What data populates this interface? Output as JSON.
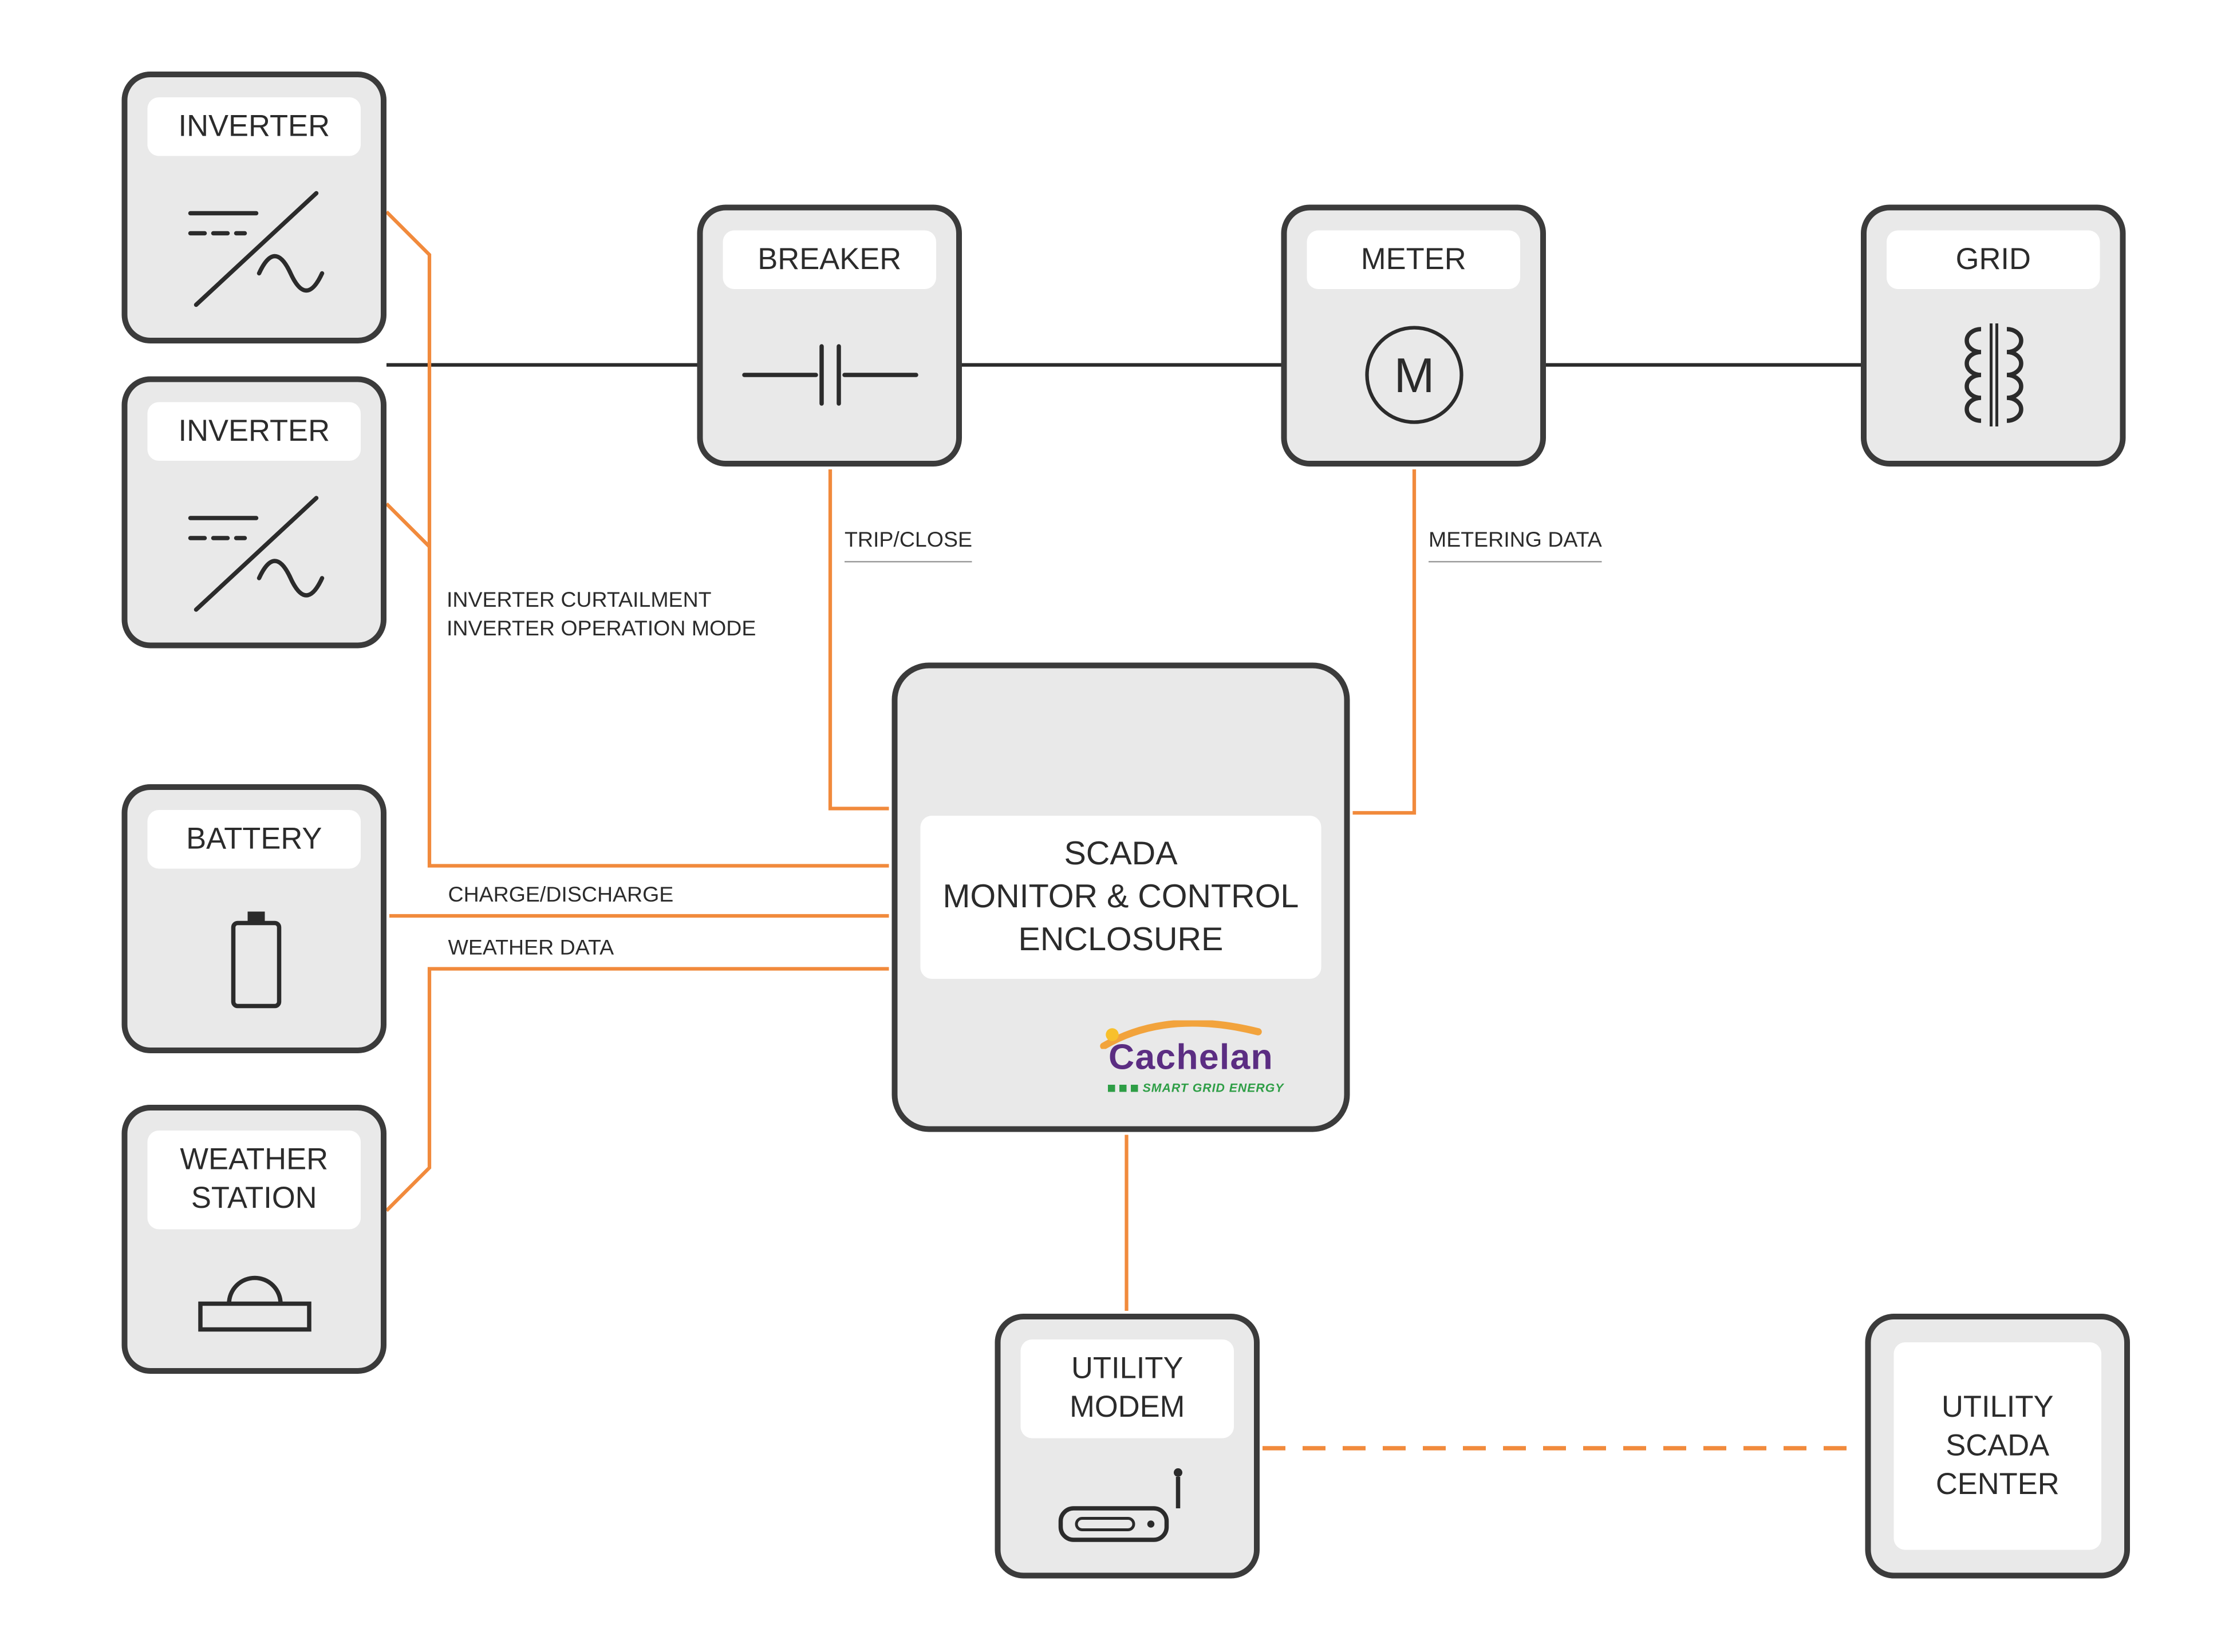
{
  "nodes": {
    "inverter1": {
      "label": "INVERTER"
    },
    "inverter2": {
      "label": "INVERTER"
    },
    "breaker": {
      "label": "BREAKER"
    },
    "meter": {
      "label": "METER",
      "dial": "M"
    },
    "grid": {
      "label": "GRID"
    },
    "battery": {
      "label": "BATTERY"
    },
    "weather_station": {
      "label": "WEATHER\nSTATION"
    },
    "scada_enclosure": {
      "label": "SCADA\nMONITOR & CONTROL\nENCLOSURE"
    },
    "utility_modem": {
      "label": "UTILITY\nMODEM"
    },
    "utility_scada_center": {
      "label": "UTILITY\nSCADA\nCENTER"
    }
  },
  "edges": {
    "inverter_control": {
      "label": "INVERTER CURTAILMENT\nINVERTER OPERATION MODE"
    },
    "breaker_control": {
      "label": "TRIP/CLOSE"
    },
    "meter_data": {
      "label": "METERING DATA"
    },
    "battery_control": {
      "label": "CHARGE/DISCHARGE"
    },
    "weather_data": {
      "label": "WEATHER DATA"
    }
  },
  "logo": {
    "brand": "Cachelan",
    "tagline": "SMART GRID ENERGY"
  },
  "colors": {
    "accent_orange": "#F18A3C",
    "power_line": "#2B2B2B",
    "node_fill": "#E9E9E9",
    "node_border": "#3B3B3B",
    "logo_purple": "#5B2D82",
    "logo_green": "#2E9E46"
  }
}
